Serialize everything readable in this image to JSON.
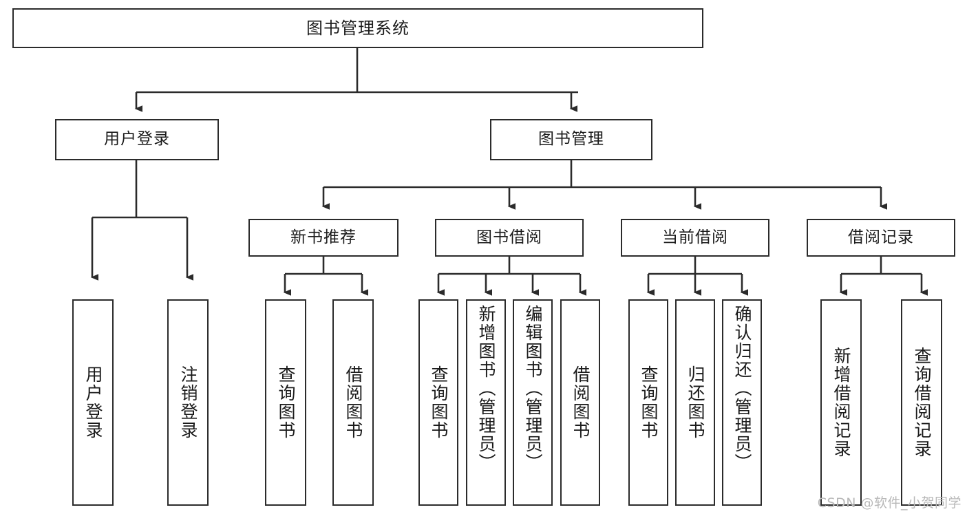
{
  "diagram": {
    "title": "图书管理系统",
    "type": "tree",
    "orientation": "top-down",
    "colors": {
      "stroke": "#2b2b2b",
      "fill": "#ffffff",
      "text": "#1a1a1a",
      "background": "#ffffff",
      "watermark": "#b8b8b8"
    }
  },
  "root": {
    "label": "图书管理系统"
  },
  "level2": [
    {
      "label": "用户登录"
    },
    {
      "label": "图书管理"
    }
  ],
  "level3": [
    {
      "label": "新书推荐"
    },
    {
      "label": "图书借阅"
    },
    {
      "label": "当前借阅"
    },
    {
      "label": "借阅记录"
    }
  ],
  "leaves": {
    "user_login": [
      {
        "label": "用户登录"
      },
      {
        "label": "注销登录"
      }
    ],
    "new_book_recommend": [
      {
        "label": "查询图书"
      },
      {
        "label": "借阅图书"
      }
    ],
    "book_borrow": [
      {
        "label": "查询图书"
      },
      {
        "label": "新增图书（管理员）"
      },
      {
        "label": "编辑图书（管理员）"
      },
      {
        "label": "借阅图书"
      }
    ],
    "current_borrow": [
      {
        "label": "查询图书"
      },
      {
        "label": "归还图书"
      },
      {
        "label": "确认归还（管理员）"
      }
    ],
    "borrow_record": [
      {
        "label": "新增借阅记录"
      },
      {
        "label": "查询借阅记录"
      }
    ]
  },
  "watermark": {
    "text": "CSDN @软件_小贺同学"
  }
}
